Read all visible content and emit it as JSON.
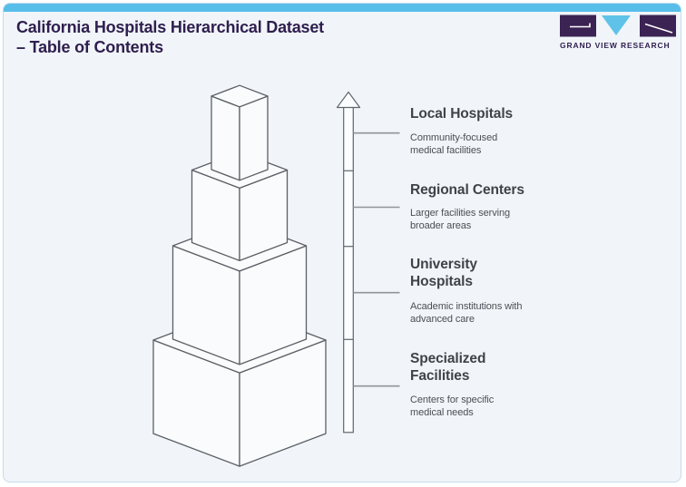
{
  "header": {
    "title": "California Hospitals Hierarchical Dataset\n– Table of Contents",
    "brand": "GRAND VIEW RESEARCH"
  },
  "colors": {
    "accent_blue": "#57bee9",
    "brand_purple": "#2f1e4e",
    "logo_block_purple": "#3b2353",
    "logo_triangle_blue": "#5fc3e9",
    "card_background": "#f1f5f9",
    "diagram_stroke": "#5b6066",
    "heading_text": "#3d4349",
    "description_text": "#494f55"
  },
  "diagram": {
    "type": "stacked-cube-hierarchy",
    "levels": 4,
    "axis": "vertical arrow pointing up with 4 tick sections"
  },
  "toc": {
    "entries": [
      {
        "title": "Local Hospitals",
        "description": "Community-focused\nmedical facilities"
      },
      {
        "title": "Regional Centers",
        "description": "Larger facilities serving\nbroader areas"
      },
      {
        "title": "University\nHospitals",
        "description": "Academic institutions with\nadvanced care"
      },
      {
        "title": "Specialized\nFacilities",
        "description": "Centers for specific\nmedical needs"
      }
    ]
  }
}
